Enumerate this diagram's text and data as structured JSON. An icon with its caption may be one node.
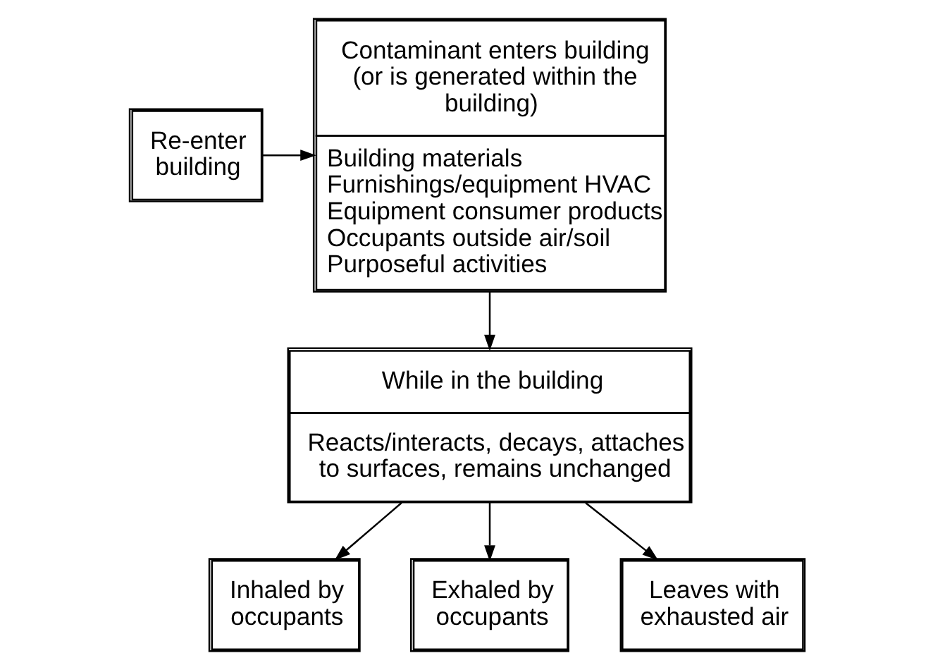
{
  "diagram": {
    "nodes": [
      {
        "text": [
          "Contaminant enters building (or is generated within the building)",
          "Building materials",
          "Furnishings/equipment HVAC",
          "Equipment consumer products",
          "Occupants outside air/soil",
          "Purposeful activities"
        ]
      },
      {
        "text": [
          "Re-enter building"
        ]
      },
      {
        "text": [
          "While in the building",
          "Reacts/interacts, decays, attaches to surfaces, remains unchanged"
        ]
      },
      {
        "text": [
          "Inhaled by occupants"
        ]
      },
      {
        "text": [
          "Exhaled by occupants"
        ]
      },
      {
        "text": [
          "Leaves with exhausted air"
        ]
      }
    ],
    "edges": [
      {
        "from": 1,
        "to": 0,
        "arrow": "to"
      },
      {
        "from": 0,
        "to": 2,
        "arrow": "to"
      },
      {
        "from": 2,
        "to": 3,
        "arrow": "to"
      },
      {
        "from": 2,
        "to": 4,
        "arrow": "to"
      },
      {
        "from": 2,
        "to": 5,
        "arrow": "to"
      }
    ]
  }
}
